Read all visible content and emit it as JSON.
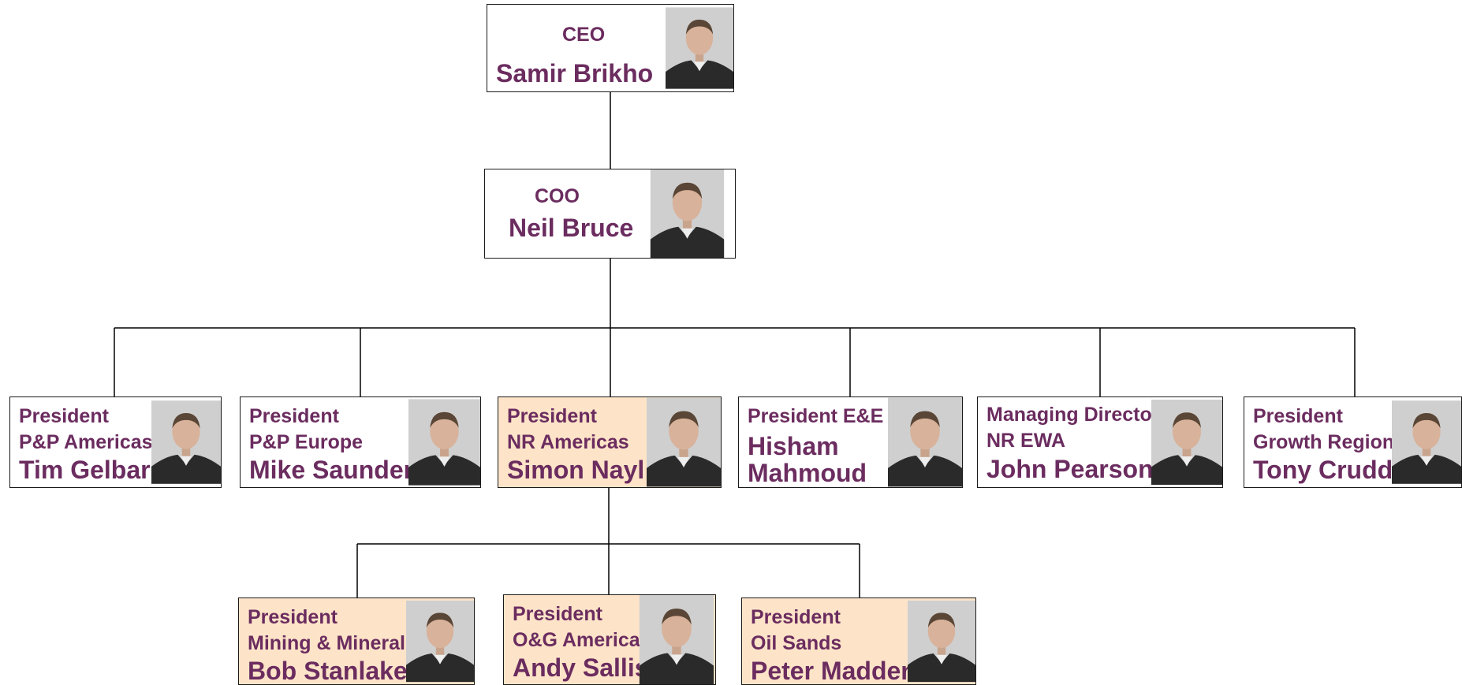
{
  "chart": {
    "ceo": {
      "role": "CEO",
      "name": "Samir Brikho"
    },
    "coo": {
      "role": "COO",
      "name": "Neil Bruce"
    },
    "presidents": [
      {
        "line1": "President",
        "line2": "P&P Americas",
        "name": "Tim Gelbar"
      },
      {
        "line1": "President",
        "line2": "P&P Europe",
        "name": "Mike Saunder"
      },
      {
        "line1": "President",
        "line2": "NR Americas",
        "name": "Simon Nayl"
      },
      {
        "line1": "President E&E",
        "name_line1": "Hisham",
        "name_line2": "Mahmoud"
      },
      {
        "line1": "Managing Directo",
        "line2": "NR EWA",
        "name": "John Pearson"
      },
      {
        "line1": "President",
        "line2": "Growth Region",
        "name": "Tony Crudd"
      }
    ],
    "nr_reports": [
      {
        "line1": "President",
        "line2": "Mining & Minerals",
        "name": "Bob Stanlake"
      },
      {
        "line1": "President",
        "line2": "O&G Americas",
        "name": "Andy Sallis"
      },
      {
        "line1": "President",
        "line2": "Oil Sands",
        "name": "Peter Madden"
      }
    ]
  },
  "colors": {
    "text": "#6b2c5f",
    "highlight_fill": "#fde4c8",
    "border": "#1a1a1a"
  },
  "icons": [
    "person-photo"
  ]
}
